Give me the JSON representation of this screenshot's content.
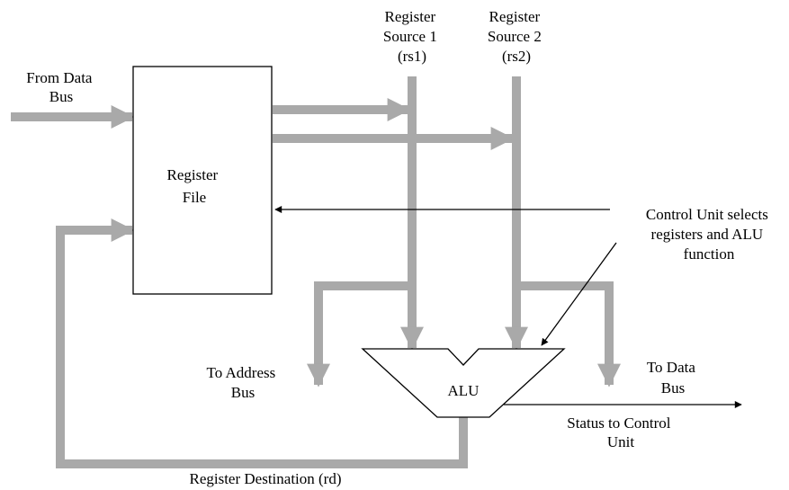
{
  "colors": {
    "bus": "#a9a9a9",
    "line": "#000000",
    "background": "#ffffff"
  },
  "labels": {
    "from_data_bus": [
      "From Data",
      "Bus"
    ],
    "register_file": [
      "Register",
      "File"
    ],
    "register_source_1": [
      "Register",
      "Source 1",
      "(rs1)"
    ],
    "register_source_2": [
      "Register",
      "Source 2",
      "(rs2)"
    ],
    "control_unit": [
      "Control Unit selects",
      "registers and ALU",
      "function"
    ],
    "to_address_bus": [
      "To Address",
      "Bus"
    ],
    "alu": "ALU",
    "to_data_bus": [
      "To Data",
      "Bus"
    ],
    "status_to_control": [
      "Status to Control",
      "Unit"
    ],
    "register_destination": "Register Destination (rd)"
  }
}
